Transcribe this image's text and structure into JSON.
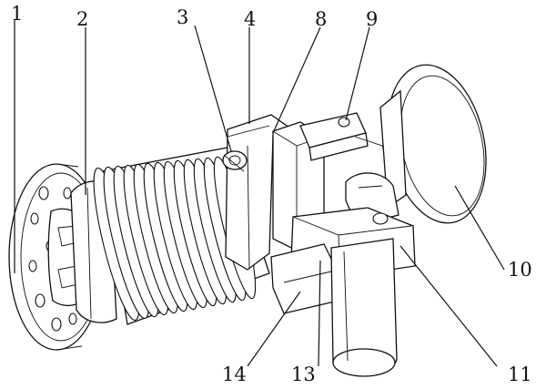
{
  "figure": {
    "labels": {
      "l1": "1",
      "l2": "2",
      "l3": "3",
      "l4": "4",
      "l8": "8",
      "l9": "9",
      "l10": "10",
      "l11": "11",
      "l13": "13",
      "l14": "14"
    }
  }
}
